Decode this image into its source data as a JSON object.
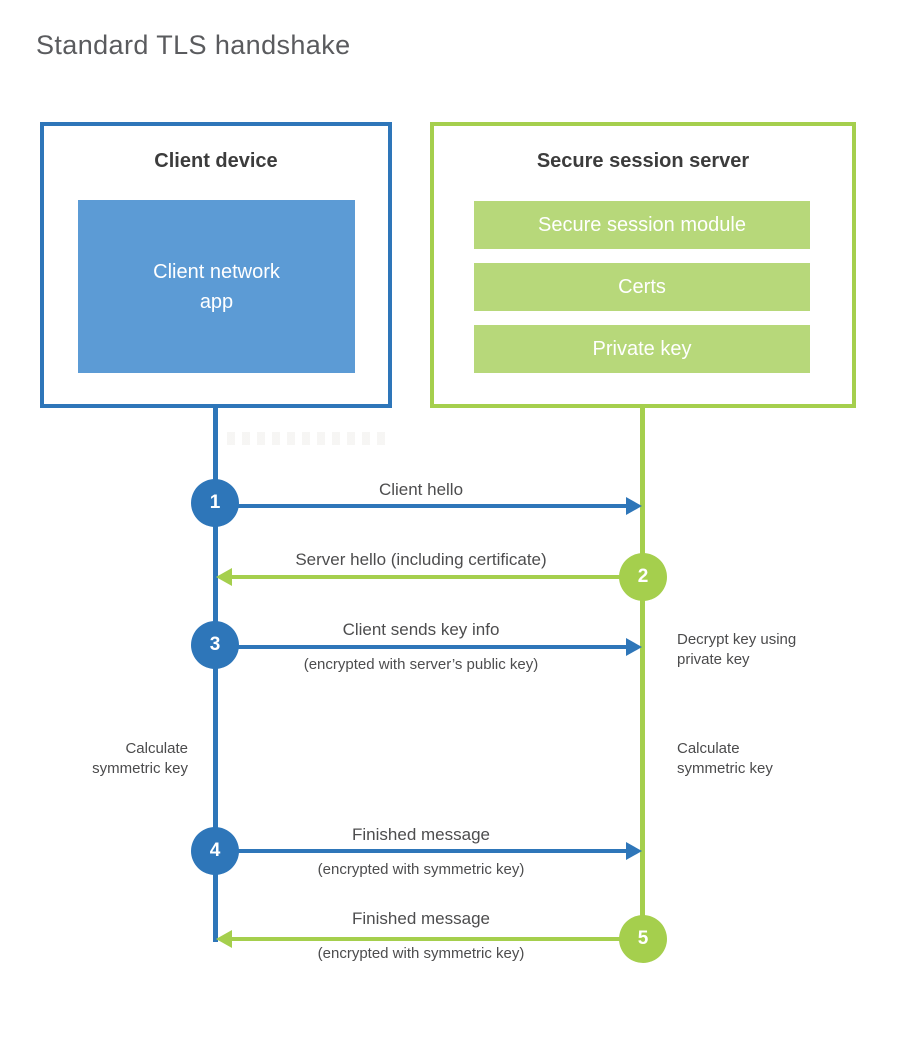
{
  "title": "Standard TLS handshake",
  "client": {
    "title": "Client device",
    "app": "Client network\napp"
  },
  "server": {
    "title": "Secure session server",
    "modules": [
      "Secure session module",
      "Certs",
      "Private key"
    ]
  },
  "messages": [
    {
      "step": "1",
      "label": "Client hello",
      "sublabel": "",
      "direction": "client-to-server"
    },
    {
      "step": "2",
      "label": "Server hello (including certificate)",
      "sublabel": "",
      "direction": "server-to-client"
    },
    {
      "step": "3",
      "label": "Client sends key info",
      "sublabel": "(encrypted with server’s public key)",
      "direction": "client-to-server"
    },
    {
      "step": "4",
      "label": "Finished message",
      "sublabel": "(encrypted with symmetric key)",
      "direction": "client-to-server"
    },
    {
      "step": "5",
      "label": "Finished message",
      "sublabel": "(encrypted with symmetric key)",
      "direction": "server-to-client"
    }
  ],
  "annotations": {
    "decrypt": "Decrypt key using\nprivate key",
    "calc_left": "Calculate\nsymmetric key",
    "calc_right": "Calculate\nsymmetric key"
  },
  "colors": {
    "client_primary": "#2E76B9",
    "client_fill": "#5C9BD5",
    "server_primary": "#A5CF4D",
    "server_fill": "#B7D87A"
  }
}
